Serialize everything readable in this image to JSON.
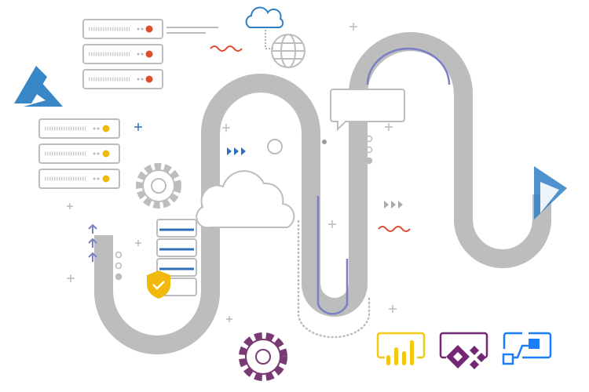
{
  "illustration": {
    "icons": [
      "azure-logo",
      "dynamics-logo",
      "power-bi-logo",
      "power-apps-logo",
      "power-automate-logo",
      "server-rack-icon",
      "cloud-icon",
      "globe-icon",
      "gear-icon",
      "database-icon",
      "shield-check-icon",
      "speech-bubble-icon"
    ]
  },
  "colors": {
    "track": "#bdbdbd",
    "accent_purple": "#7b7fc4",
    "azure_blue": "#3a87c8",
    "server_red": "#e04a2f",
    "server_yellow": "#f0b90b",
    "power_bi": "#f2c811",
    "power_apps": "#742774",
    "power_automate": "#1b7ef7",
    "dynamics": "#2f7fc5",
    "gear_purple": "#7a3b75",
    "wave_red": "#e04a2f",
    "arrow_blue": "#2f6fb8"
  }
}
